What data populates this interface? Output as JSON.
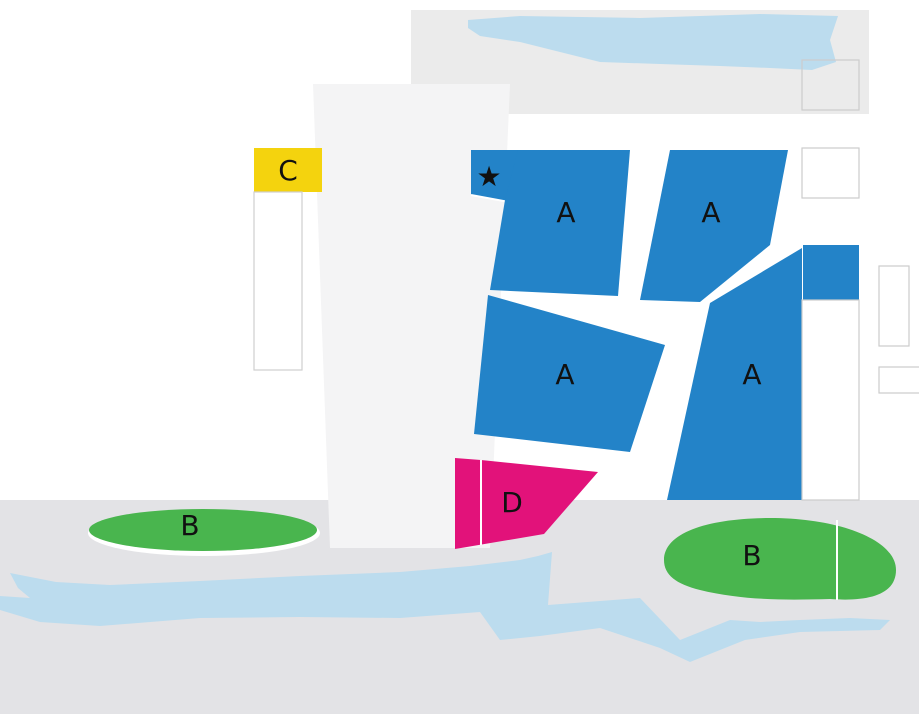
{
  "map": {
    "labels": {
      "parcel_a": "A",
      "park_b": "B",
      "parcel_c": "C",
      "parcel_d": "D",
      "star": "★"
    },
    "colors": {
      "parcel_a": "#2383c8",
      "park_b": "#49b54e",
      "parcel_c": "#f4d30e",
      "parcel_d": "#e2127a",
      "water": "#bcdcee",
      "ground": "#e3e3e6",
      "block_light": "#f4f4f5",
      "block_mid": "#ebebeb",
      "outline": "#cfcfcf"
    }
  }
}
